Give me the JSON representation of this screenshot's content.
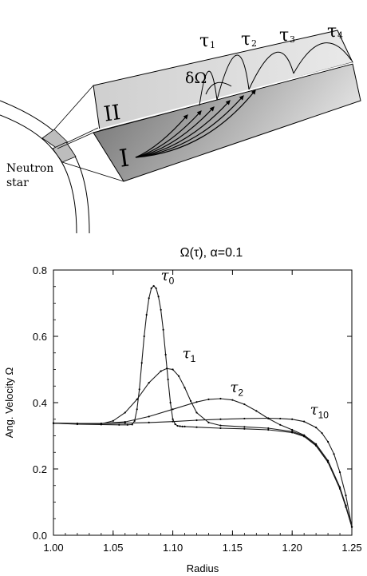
{
  "diagram": {
    "star_label_line1": "Neutron",
    "star_label_line2": "star",
    "region_1": "I",
    "region_2": "II",
    "delta_omega": "δΩ",
    "tau_labels": [
      {
        "sym": "τ",
        "sub": "1"
      },
      {
        "sym": "τ",
        "sub": "2"
      },
      {
        "sym": "τ",
        "sub": "3"
      },
      {
        "sym": "τ",
        "sub": "4"
      }
    ]
  },
  "chart_data": {
    "type": "line",
    "title": "Ω(τ),  α=0.1",
    "xlabel": "Radius",
    "ylabel": "Ang. Velocity   Ω",
    "xlim": [
      1.0,
      1.25
    ],
    "ylim": [
      0.0,
      0.8
    ],
    "x_ticks": [
      "1.00",
      "1.05",
      "1.10",
      "1.15",
      "1.20",
      "1.25"
    ],
    "y_ticks": [
      "0.0",
      "0.2",
      "0.4",
      "0.6",
      "0.8"
    ],
    "grid": false,
    "series": [
      {
        "name": "τ0",
        "label_sym": "τ",
        "label_sub": "0",
        "x": [
          1.0,
          1.02,
          1.04,
          1.055,
          1.062,
          1.066,
          1.068,
          1.07,
          1.072,
          1.074,
          1.076,
          1.078,
          1.08,
          1.082,
          1.084,
          1.086,
          1.088,
          1.09,
          1.092,
          1.094,
          1.096,
          1.098,
          1.1,
          1.102,
          1.104,
          1.106,
          1.108,
          1.11,
          1.12,
          1.14,
          1.16,
          1.18,
          1.2,
          1.21,
          1.22,
          1.23,
          1.24,
          1.245,
          1.25
        ],
        "y": [
          0.338,
          0.335,
          0.334,
          0.333,
          0.333,
          0.334,
          0.345,
          0.38,
          0.44,
          0.52,
          0.6,
          0.665,
          0.715,
          0.745,
          0.752,
          0.745,
          0.72,
          0.68,
          0.62,
          0.545,
          0.47,
          0.4,
          0.35,
          0.335,
          0.33,
          0.329,
          0.328,
          0.328,
          0.326,
          0.323,
          0.321,
          0.318,
          0.31,
          0.298,
          0.27,
          0.22,
          0.14,
          0.085,
          0.025
        ]
      },
      {
        "name": "τ1",
        "label_sym": "τ",
        "label_sub": "1",
        "x": [
          1.0,
          1.02,
          1.04,
          1.05,
          1.06,
          1.07,
          1.08,
          1.09,
          1.095,
          1.1,
          1.105,
          1.11,
          1.115,
          1.12,
          1.13,
          1.14,
          1.16,
          1.18,
          1.2,
          1.21,
          1.22,
          1.23,
          1.24,
          1.245,
          1.25
        ],
        "y": [
          0.338,
          0.336,
          0.336,
          0.345,
          0.37,
          0.41,
          0.46,
          0.495,
          0.503,
          0.5,
          0.48,
          0.445,
          0.405,
          0.37,
          0.34,
          0.331,
          0.327,
          0.323,
          0.313,
          0.3,
          0.272,
          0.222,
          0.142,
          0.087,
          0.025
        ],
        "color": "#1a1a1a"
      },
      {
        "name": "τ2",
        "label_sym": "τ",
        "label_sub": "2",
        "x": [
          1.0,
          1.02,
          1.04,
          1.06,
          1.08,
          1.1,
          1.12,
          1.13,
          1.14,
          1.15,
          1.16,
          1.17,
          1.18,
          1.19,
          1.2,
          1.21,
          1.22,
          1.23,
          1.24,
          1.245,
          1.25
        ],
        "y": [
          0.338,
          0.337,
          0.337,
          0.342,
          0.358,
          0.38,
          0.402,
          0.41,
          0.412,
          0.408,
          0.395,
          0.375,
          0.352,
          0.333,
          0.318,
          0.302,
          0.275,
          0.225,
          0.145,
          0.09,
          0.025
        ]
      },
      {
        "name": "τ10",
        "label_sym": "τ",
        "label_sub": "10",
        "x": [
          1.0,
          1.02,
          1.04,
          1.06,
          1.08,
          1.1,
          1.12,
          1.14,
          1.16,
          1.18,
          1.19,
          1.2,
          1.21,
          1.22,
          1.225,
          1.23,
          1.235,
          1.24,
          1.245,
          1.25
        ],
        "y": [
          0.338,
          0.337,
          0.337,
          0.338,
          0.34,
          0.343,
          0.347,
          0.35,
          0.352,
          0.353,
          0.352,
          0.35,
          0.343,
          0.325,
          0.308,
          0.282,
          0.245,
          0.19,
          0.12,
          0.025
        ]
      }
    ],
    "colors": {
      "line": "#1a1a1a",
      "axis": "#000000"
    }
  }
}
